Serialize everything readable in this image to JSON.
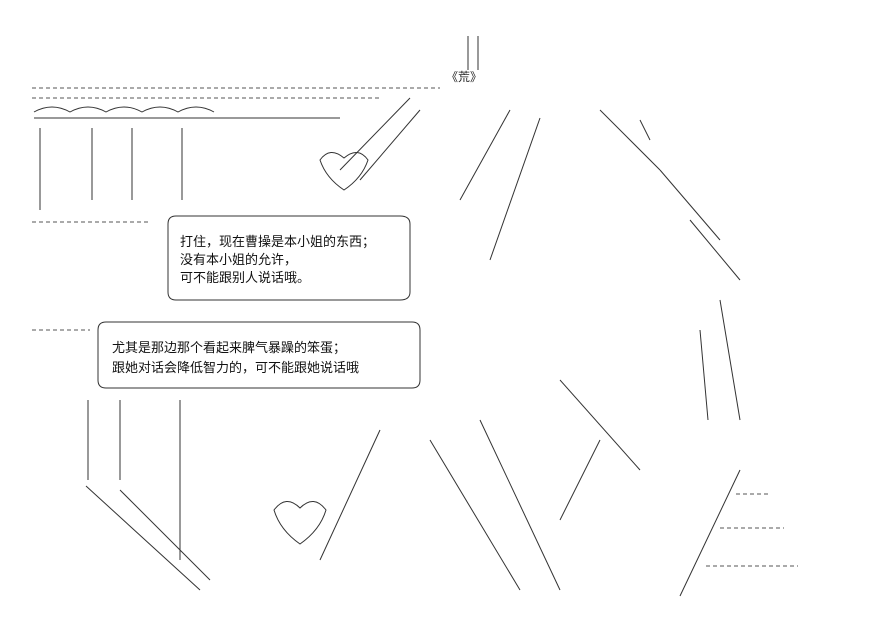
{
  "title_mark": "《荒》",
  "bubble1": {
    "line1": "打住，现在曹操是本小姐的东西；",
    "line2": "没有本小姐的允许，",
    "line3": "可不能跟别人说话哦。"
  },
  "bubble2": {
    "line1": "尤其是那边那个看起来脾气暴躁的笨蛋；",
    "line2": "跟她对话会降低智力的，可不能跟她说话哦"
  }
}
